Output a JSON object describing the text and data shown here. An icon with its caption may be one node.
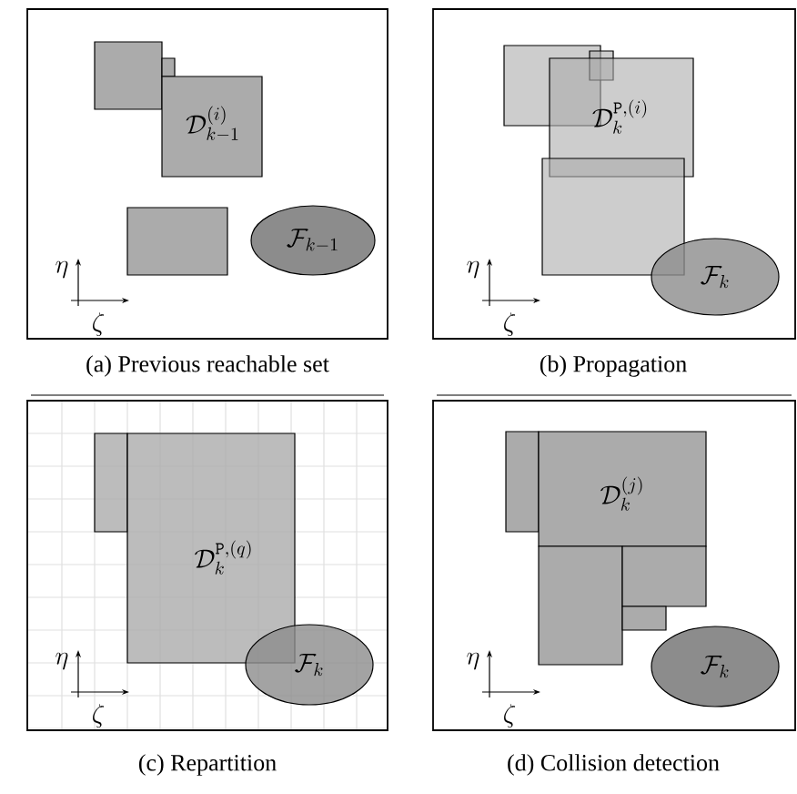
{
  "diagram": {
    "nodes": [
      {
        "text": [
          "(a) Previous reachable set"
        ]
      },
      {
        "text": [],
        "shape": "box",
        "in": 0
      },
      {
        "text": [],
        "shape": "box",
        "in": 0
      },
      {
        "text": [
          "\\mathcal{D}_{k-1}^{(i)}"
        ],
        "in": 0
      },
      {
        "text": [],
        "shape": "box",
        "in": 0
      },
      {
        "text": [
          "\\mathcal{F}_{k-1}"
        ],
        "in": 0
      },
      {
        "text": [
          "(b) Propagation"
        ]
      },
      {
        "text": [],
        "shape": "box",
        "in": 6
      },
      {
        "text": [],
        "shape": "box",
        "in": 6
      },
      {
        "text": [
          "\\mathcal{D}_{k}^{\\mathtt{P},(i)}"
        ],
        "in": 6
      },
      {
        "text": [],
        "shape": "box",
        "in": 6
      },
      {
        "text": [
          "\\mathcal{F}_{k}"
        ],
        "in": 6
      },
      {
        "text": [
          "(c) Repartition"
        ]
      },
      {
        "text": [],
        "shape": "box",
        "in": 12
      },
      {
        "text": [
          "\\mathcal{D}_{k}^{\\mathtt{P},(q)}"
        ],
        "in": 12
      },
      {
        "text": [
          "\\mathcal{F}_{k}"
        ],
        "in": 12
      },
      {
        "text": [
          "(d) Collision detection"
        ]
      },
      {
        "text": [],
        "shape": "box",
        "in": 16
      },
      {
        "text": [
          "\\mathcal{D}_{k}^{(j)}"
        ],
        "in": 16
      },
      {
        "text": [],
        "shape": "box",
        "in": 16
      },
      {
        "text": [],
        "shape": "box",
        "in": 16
      },
      {
        "text": [],
        "shape": "box",
        "in": 16
      },
      {
        "text": [
          "\\mathcal{F}_{k}"
        ],
        "in": 16
      }
    ],
    "labels": [
      "\\eta",
      "\\zeta",
      "\\eta",
      "\\zeta",
      "\\eta",
      "\\zeta",
      "\\eta",
      "\\zeta"
    ]
  }
}
